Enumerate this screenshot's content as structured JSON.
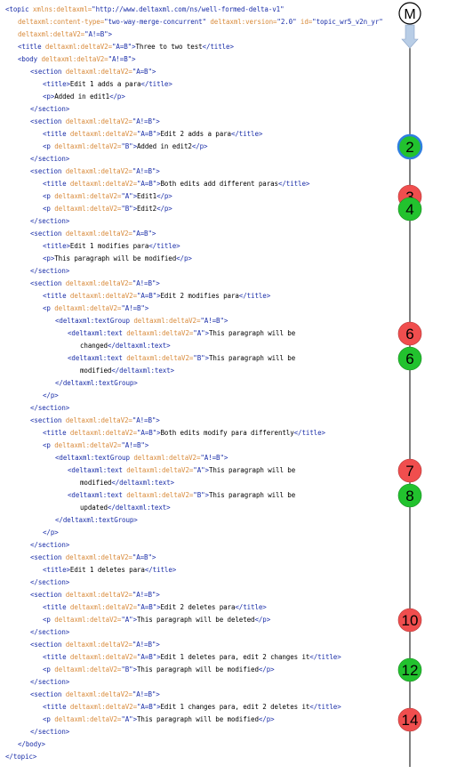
{
  "code_lines": [
    {
      "indent": 0,
      "parts": [
        [
          "t",
          "<topic "
        ],
        [
          "a",
          "xmlns:deltaxml="
        ],
        [
          "v",
          "\"http://www.deltaxml.com/ns/well-formed-delta-v1\""
        ]
      ]
    },
    {
      "indent": 1,
      "parts": [
        [
          "a",
          "deltaxml:content-type="
        ],
        [
          "v",
          "\"two-way-merge-concurrent\" "
        ],
        [
          "a",
          "deltaxml:version="
        ],
        [
          "v",
          "\"2.0\" "
        ],
        [
          "a",
          "id="
        ],
        [
          "v",
          "\"topic_wr5_v2n_yr\""
        ]
      ]
    },
    {
      "indent": 1,
      "parts": [
        [
          "a",
          "deltaxml:deltaV2="
        ],
        [
          "v",
          "\"A!=B\">"
        ]
      ]
    },
    {
      "indent": 1,
      "parts": [
        [
          "t",
          "<title "
        ],
        [
          "a",
          "deltaxml:deltaV2="
        ],
        [
          "v",
          "\"A=B\""
        ],
        [
          "t",
          ">"
        ],
        [
          "x",
          "Three to two test"
        ],
        [
          "t",
          "</title>"
        ]
      ]
    },
    {
      "indent": 1,
      "parts": [
        [
          "t",
          "<body "
        ],
        [
          "a",
          "deltaxml:deltaV2="
        ],
        [
          "v",
          "\"A!=B\">"
        ]
      ]
    },
    {
      "indent": 2,
      "parts": [
        [
          "t",
          "<section "
        ],
        [
          "a",
          "deltaxml:deltaV2="
        ],
        [
          "v",
          "\"A=B\">"
        ]
      ]
    },
    {
      "indent": 3,
      "parts": [
        [
          "t",
          "<title>"
        ],
        [
          "x",
          "Edit 1 adds a para"
        ],
        [
          "t",
          "</title>"
        ]
      ]
    },
    {
      "indent": 3,
      "parts": [
        [
          "t",
          "<p>"
        ],
        [
          "x",
          "Added in edit1"
        ],
        [
          "t",
          "</p>"
        ]
      ]
    },
    {
      "indent": 2,
      "parts": [
        [
          "t",
          "</section>"
        ]
      ]
    },
    {
      "indent": 2,
      "parts": [
        [
          "t",
          "<section "
        ],
        [
          "a",
          "deltaxml:deltaV2="
        ],
        [
          "v",
          "\"A!=B\">"
        ]
      ]
    },
    {
      "indent": 3,
      "parts": [
        [
          "t",
          "<title "
        ],
        [
          "a",
          "deltaxml:deltaV2="
        ],
        [
          "v",
          "\"A=B\""
        ],
        [
          "t",
          ">"
        ],
        [
          "x",
          "Edit 2 adds a para"
        ],
        [
          "t",
          "</title>"
        ]
      ]
    },
    {
      "indent": 3,
      "parts": [
        [
          "t",
          "<p "
        ],
        [
          "a",
          "deltaxml:deltaV2="
        ],
        [
          "v",
          "\"B\""
        ],
        [
          "t",
          ">"
        ],
        [
          "x",
          "Added in edit2"
        ],
        [
          "t",
          "</p>"
        ]
      ]
    },
    {
      "indent": 2,
      "parts": [
        [
          "t",
          "</section>"
        ]
      ]
    },
    {
      "indent": 2,
      "parts": [
        [
          "t",
          "<section "
        ],
        [
          "a",
          "deltaxml:deltaV2="
        ],
        [
          "v",
          "\"A!=B\">"
        ]
      ]
    },
    {
      "indent": 3,
      "parts": [
        [
          "t",
          "<title "
        ],
        [
          "a",
          "deltaxml:deltaV2="
        ],
        [
          "v",
          "\"A=B\""
        ],
        [
          "t",
          ">"
        ],
        [
          "x",
          "Both edits add different paras"
        ],
        [
          "t",
          "</title>"
        ]
      ]
    },
    {
      "indent": 3,
      "parts": [
        [
          "t",
          "<p "
        ],
        [
          "a",
          "deltaxml:deltaV2="
        ],
        [
          "v",
          "\"A\""
        ],
        [
          "t",
          ">"
        ],
        [
          "x",
          "Edit1"
        ],
        [
          "t",
          "</p>"
        ]
      ]
    },
    {
      "indent": 3,
      "parts": [
        [
          "t",
          "<p "
        ],
        [
          "a",
          "deltaxml:deltaV2="
        ],
        [
          "v",
          "\"B\""
        ],
        [
          "t",
          ">"
        ],
        [
          "x",
          "Edit2"
        ],
        [
          "t",
          "</p>"
        ]
      ]
    },
    {
      "indent": 2,
      "parts": [
        [
          "t",
          "</section>"
        ]
      ]
    },
    {
      "indent": 2,
      "parts": [
        [
          "t",
          "<section "
        ],
        [
          "a",
          "deltaxml:deltaV2="
        ],
        [
          "v",
          "\"A=B\">"
        ]
      ]
    },
    {
      "indent": 3,
      "parts": [
        [
          "t",
          "<title>"
        ],
        [
          "x",
          "Edit 1 modifies para"
        ],
        [
          "t",
          "</title>"
        ]
      ]
    },
    {
      "indent": 3,
      "parts": [
        [
          "t",
          "<p>"
        ],
        [
          "x",
          "This paragraph will be modified"
        ],
        [
          "t",
          "</p>"
        ]
      ]
    },
    {
      "indent": 2,
      "parts": [
        [
          "t",
          "</section>"
        ]
      ]
    },
    {
      "indent": 2,
      "parts": [
        [
          "t",
          "<section "
        ],
        [
          "a",
          "deltaxml:deltaV2="
        ],
        [
          "v",
          "\"A!=B\">"
        ]
      ]
    },
    {
      "indent": 3,
      "parts": [
        [
          "t",
          "<title "
        ],
        [
          "a",
          "deltaxml:deltaV2="
        ],
        [
          "v",
          "\"A=B\""
        ],
        [
          "t",
          ">"
        ],
        [
          "x",
          "Edit 2 modifies para"
        ],
        [
          "t",
          "</title>"
        ]
      ]
    },
    {
      "indent": 3,
      "parts": [
        [
          "t",
          "<p "
        ],
        [
          "a",
          "deltaxml:deltaV2="
        ],
        [
          "v",
          "\"A!=B\">"
        ]
      ]
    },
    {
      "indent": 4,
      "parts": [
        [
          "t",
          "<deltaxml:textGroup "
        ],
        [
          "a",
          "deltaxml:deltaV2="
        ],
        [
          "v",
          "\"A!=B\">"
        ]
      ]
    },
    {
      "indent": 5,
      "parts": [
        [
          "t",
          "<deltaxml:text "
        ],
        [
          "a",
          "deltaxml:deltaV2="
        ],
        [
          "v",
          "\"A\""
        ],
        [
          "t",
          ">"
        ],
        [
          "x",
          "This paragraph will be"
        ]
      ]
    },
    {
      "indent": 6,
      "parts": [
        [
          "x",
          "changed"
        ],
        [
          "t",
          "</deltaxml:text>"
        ]
      ]
    },
    {
      "indent": 5,
      "parts": [
        [
          "t",
          "<deltaxml:text "
        ],
        [
          "a",
          "deltaxml:deltaV2="
        ],
        [
          "v",
          "\"B\""
        ],
        [
          "t",
          ">"
        ],
        [
          "x",
          "This paragraph will be"
        ]
      ]
    },
    {
      "indent": 6,
      "parts": [
        [
          "x",
          "modified"
        ],
        [
          "t",
          "</deltaxml:text>"
        ]
      ]
    },
    {
      "indent": 4,
      "parts": [
        [
          "t",
          "</deltaxml:textGroup>"
        ]
      ]
    },
    {
      "indent": 3,
      "parts": [
        [
          "t",
          "</p>"
        ]
      ]
    },
    {
      "indent": 2,
      "parts": [
        [
          "t",
          "</section>"
        ]
      ]
    },
    {
      "indent": 2,
      "parts": [
        [
          "t",
          "<section "
        ],
        [
          "a",
          "deltaxml:deltaV2="
        ],
        [
          "v",
          "\"A!=B\">"
        ]
      ]
    },
    {
      "indent": 3,
      "parts": [
        [
          "t",
          "<title "
        ],
        [
          "a",
          "deltaxml:deltaV2="
        ],
        [
          "v",
          "\"A=B\""
        ],
        [
          "t",
          ">"
        ],
        [
          "x",
          "Both edits modify para differently"
        ],
        [
          "t",
          "</title>"
        ]
      ]
    },
    {
      "indent": 3,
      "parts": [
        [
          "t",
          "<p "
        ],
        [
          "a",
          "deltaxml:deltaV2="
        ],
        [
          "v",
          "\"A!=B\">"
        ]
      ]
    },
    {
      "indent": 4,
      "parts": [
        [
          "t",
          "<deltaxml:textGroup "
        ],
        [
          "a",
          "deltaxml:deltaV2="
        ],
        [
          "v",
          "\"A!=B\">"
        ]
      ]
    },
    {
      "indent": 5,
      "parts": [
        [
          "t",
          "<deltaxml:text "
        ],
        [
          "a",
          "deltaxml:deltaV2="
        ],
        [
          "v",
          "\"A\""
        ],
        [
          "t",
          ">"
        ],
        [
          "x",
          "This paragraph will be"
        ]
      ]
    },
    {
      "indent": 6,
      "parts": [
        [
          "x",
          "modified"
        ],
        [
          "t",
          "</deltaxml:text>"
        ]
      ]
    },
    {
      "indent": 5,
      "parts": [
        [
          "t",
          "<deltaxml:text "
        ],
        [
          "a",
          "deltaxml:deltaV2="
        ],
        [
          "v",
          "\"B\""
        ],
        [
          "t",
          ">"
        ],
        [
          "x",
          "This paragraph will be"
        ]
      ]
    },
    {
      "indent": 6,
      "parts": [
        [
          "x",
          "updated"
        ],
        [
          "t",
          "</deltaxml:text>"
        ]
      ]
    },
    {
      "indent": 4,
      "parts": [
        [
          "t",
          "</deltaxml:textGroup>"
        ]
      ]
    },
    {
      "indent": 3,
      "parts": [
        [
          "t",
          "</p>"
        ]
      ]
    },
    {
      "indent": 2,
      "parts": [
        [
          "t",
          "</section>"
        ]
      ]
    },
    {
      "indent": 2,
      "parts": [
        [
          "t",
          "<section "
        ],
        [
          "a",
          "deltaxml:deltaV2="
        ],
        [
          "v",
          "\"A=B\">"
        ]
      ]
    },
    {
      "indent": 3,
      "parts": [
        [
          "t",
          "<title>"
        ],
        [
          "x",
          "Edit 1 deletes para"
        ],
        [
          "t",
          "</title>"
        ]
      ]
    },
    {
      "indent": 2,
      "parts": [
        [
          "t",
          "</section>"
        ]
      ]
    },
    {
      "indent": 2,
      "parts": [
        [
          "t",
          "<section "
        ],
        [
          "a",
          "deltaxml:deltaV2="
        ],
        [
          "v",
          "\"A!=B\">"
        ]
      ]
    },
    {
      "indent": 3,
      "parts": [
        [
          "t",
          "<title "
        ],
        [
          "a",
          "deltaxml:deltaV2="
        ],
        [
          "v",
          "\"A=B\""
        ],
        [
          "t",
          ">"
        ],
        [
          "x",
          "Edit 2 deletes para"
        ],
        [
          "t",
          "</title>"
        ]
      ]
    },
    {
      "indent": 3,
      "parts": [
        [
          "t",
          "<p "
        ],
        [
          "a",
          "deltaxml:deltaV2="
        ],
        [
          "v",
          "\"A\""
        ],
        [
          "t",
          ">"
        ],
        [
          "x",
          "This paragraph will be deleted"
        ],
        [
          "t",
          "</p>"
        ]
      ]
    },
    {
      "indent": 2,
      "parts": [
        [
          "t",
          "</section>"
        ]
      ]
    },
    {
      "indent": 2,
      "parts": [
        [
          "t",
          "<section "
        ],
        [
          "a",
          "deltaxml:deltaV2="
        ],
        [
          "v",
          "\"A!=B\">"
        ]
      ]
    },
    {
      "indent": 3,
      "parts": [
        [
          "t",
          "<title "
        ],
        [
          "a",
          "deltaxml:deltaV2="
        ],
        [
          "v",
          "\"A=B\""
        ],
        [
          "t",
          ">"
        ],
        [
          "x",
          "Edit 1 deletes para, edit 2 changes it"
        ],
        [
          "t",
          "</title>"
        ]
      ]
    },
    {
      "indent": 3,
      "parts": [
        [
          "t",
          "<p "
        ],
        [
          "a",
          "deltaxml:deltaV2="
        ],
        [
          "v",
          "\"B\""
        ],
        [
          "t",
          ">"
        ],
        [
          "x",
          "This paragraph will be modified"
        ],
        [
          "t",
          "</p>"
        ]
      ]
    },
    {
      "indent": 2,
      "parts": [
        [
          "t",
          "</section>"
        ]
      ]
    },
    {
      "indent": 2,
      "parts": [
        [
          "t",
          "<section "
        ],
        [
          "a",
          "deltaxml:deltaV2="
        ],
        [
          "v",
          "\"A!=B\">"
        ]
      ]
    },
    {
      "indent": 3,
      "parts": [
        [
          "t",
          "<title "
        ],
        [
          "a",
          "deltaxml:deltaV2="
        ],
        [
          "v",
          "\"A=B\""
        ],
        [
          "t",
          ">"
        ],
        [
          "x",
          "Edit 1 changes para, edit 2 deletes it"
        ],
        [
          "t",
          "</title>"
        ]
      ]
    },
    {
      "indent": 3,
      "parts": [
        [
          "t",
          "<p "
        ],
        [
          "a",
          "deltaxml:deltaV2="
        ],
        [
          "v",
          "\"A\""
        ],
        [
          "t",
          ">"
        ],
        [
          "x",
          "This paragraph will be modified"
        ],
        [
          "t",
          "</p>"
        ]
      ]
    },
    {
      "indent": 2,
      "parts": [
        [
          "t",
          "</section>"
        ]
      ]
    },
    {
      "indent": 1,
      "parts": [
        [
          "t",
          "</body>"
        ]
      ]
    },
    {
      "indent": 0,
      "parts": [
        [
          "t",
          "</topic>"
        ]
      ]
    }
  ],
  "colors": {
    "tag": "#1a2ea8",
    "attribute": "#d88a3a",
    "text": "#000000",
    "badge_green": "#22c22e",
    "badge_red": "#f04e4e",
    "badge_blue_ring": "#2f7fe0",
    "merge_arrow": "#b8cde6"
  },
  "merge_label": "M",
  "badges": [
    {
      "label": "2",
      "kind": "green-blue-ring",
      "line": 11
    },
    {
      "label": "3",
      "kind": "red",
      "line": 15
    },
    {
      "label": "4",
      "kind": "green",
      "line": 16
    },
    {
      "label": "6",
      "kind": "red",
      "line": 26
    },
    {
      "label": "6",
      "kind": "green",
      "line": 28
    },
    {
      "label": "7",
      "kind": "red",
      "line": 37
    },
    {
      "label": "8",
      "kind": "green",
      "line": 39
    },
    {
      "label": "10",
      "kind": "red",
      "line": 49
    },
    {
      "label": "12",
      "kind": "green",
      "line": 53
    },
    {
      "label": "14",
      "kind": "red",
      "line": 57
    }
  ]
}
